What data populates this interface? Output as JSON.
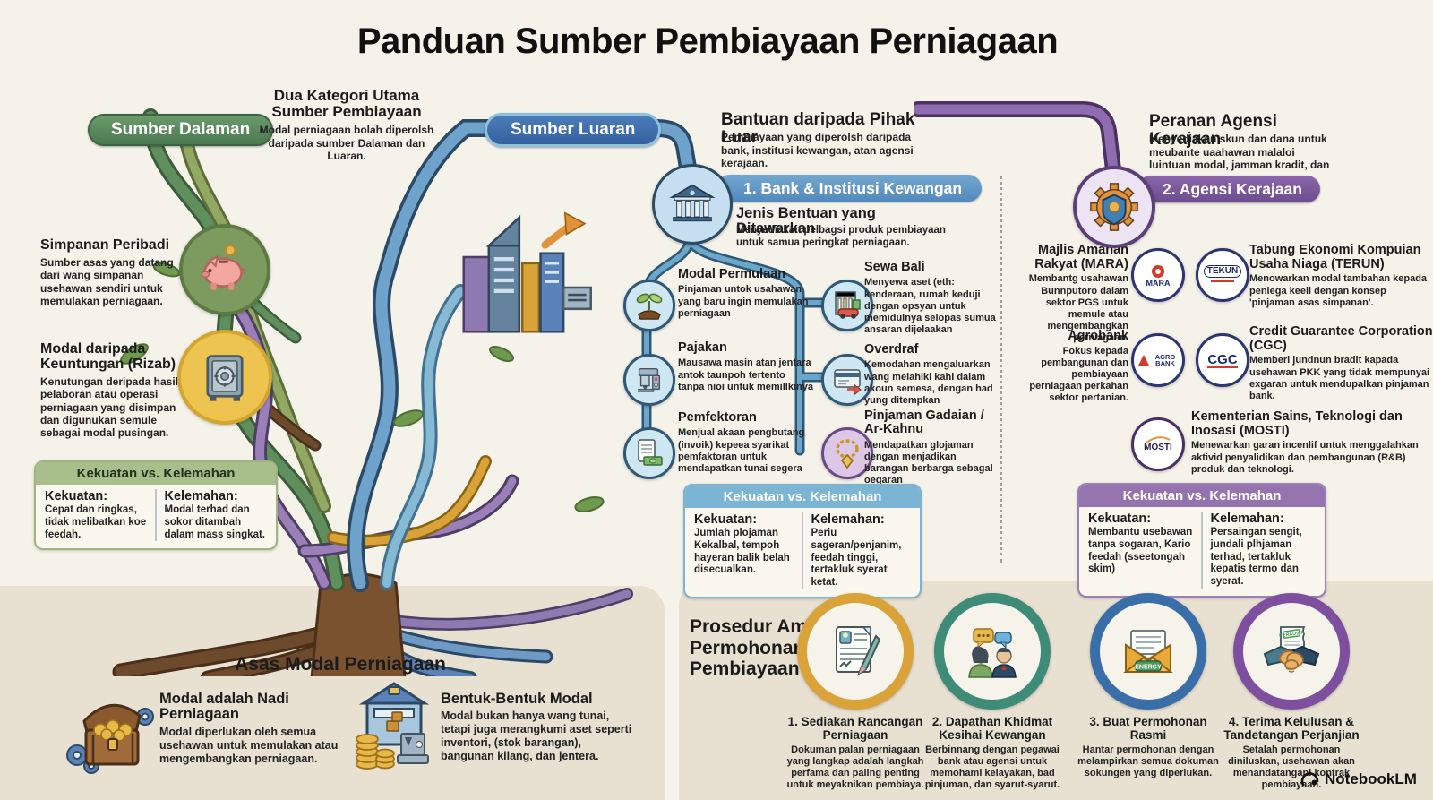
{
  "title": "Panduan Sumber Pembiayaan Perniagaan",
  "colors": {
    "internal_green": "#578059",
    "external_blue": "#3f6dae",
    "bank_blue": "#5f98c8",
    "agency_purple": "#7d5a9e",
    "gold_accent": "#d9a33a",
    "panel_beige": "#e8e1d2",
    "background": "#f4f2e9"
  },
  "top": {
    "internal_pill": "Sumber Dalaman",
    "external_pill": "Sumber Luaran",
    "category_title": "Dua Kategori Utama Sumber Pembiayaan",
    "category_body": "Modal perniagaan bolah diperolsh daripada sumber Dalaman dan Luaran."
  },
  "swot_labels": {
    "header": "Kekuatan vs. Kelemahan",
    "strength": "Kekuatan:",
    "weakness": "Kelemahan:"
  },
  "internal": {
    "items": [
      {
        "title": "Simpanan Peribadi",
        "body": "Sumber asas yang datang dari wang simpanan usehawan sendiri untuk memulakan perniagaan.",
        "icon": "piggy-bank"
      },
      {
        "title": "Modal daripada Keuntungan (Rizab)",
        "body": "Kenutungan deripada hasil pelaboran atau operasi perniagaan yang disimpan dan digunukan semule sebagai modal pusingan.",
        "icon": "safe"
      }
    ],
    "swot": {
      "strength": "Cepat dan ringkas, tidak melibatkan koe feedah.",
      "weakness": "Modal terhad dan sokor ditambah dalam mass singkat."
    }
  },
  "external_intro": {
    "title": "Bantuan daripada Pihak Luar",
    "body": "Pembiayaan yang diperolsh daripada bank, institusi kewangan, atan agensi kerajaan."
  },
  "bank": {
    "pill": "1. Bank & Institusi Kewangan",
    "subtitle": "Jenis Bentuan yang Ditawarkan",
    "subtitle_body": "Menyediakan pelbagsi produk pembiayaan untuk samua peringkat perniagaan.",
    "products_left": [
      {
        "title": "Modal Permulaan",
        "body": "Pinjaman untok usahawan yang baru ingin memulakan perniagaan",
        "icon": "seedling"
      },
      {
        "title": "Pajakan",
        "body": "Mausawa masin atan jentara antok taunpoh tertento tanpa nioi untuk memillkinya",
        "icon": "machine"
      },
      {
        "title": "Pemfektoran",
        "body": "Menjual akaan pengbutang (invoik) kepeea syarikat pemfaktoran untuk mendapatkan tunai segera",
        "icon": "invoice-cash"
      }
    ],
    "products_right": [
      {
        "title": "Sewa Bali",
        "body": "Menyewa aset (eth: kenderaan, rumah keduji dengan opsyan untuk memidulnya selopas sumua ansaran dijelaakan",
        "icon": "car-garage"
      },
      {
        "title": "Overdraf",
        "body": "Kemodahan mengaluarkan wang melahiki kahi dalam akoun semesa, dengan had yung ditempkan",
        "icon": "card-arrow"
      },
      {
        "title": "Pinjaman Gadaian / Ar-Kahnu",
        "body": "Mendapatkan glojaman dengan menjadikan barangan berbarga sebagal oegaran",
        "icon": "gold-necklace"
      }
    ],
    "swot": {
      "strength": "Jumlah plojaman Kekalbal, tempoh hayeran balik belah disecualkan.",
      "weakness": "Periu sageran/penjanim, feedah tinggi, tertakluk syerat ketat."
    }
  },
  "agency_intro": {
    "title": "Peranan Agensi Kerajaan",
    "body": "Menyediakan skun dan dana untuk meubante uaahawan malaloi luintuan modal, jamman kradit, dan geran."
  },
  "agency": {
    "pill": "2. Agensi Kerajaan",
    "items": [
      {
        "title": "Majlis Amanah Rakyat (MARA)",
        "body": "Membantg usahawan Bunnputoro dalam sektor PGS untuk memule atau mengembangkan perniagaan.",
        "logo": "MARA"
      },
      {
        "title": "Tabung Ekonomi Kompuian Usaha Niaga (TERUN)",
        "body": "Menowarkan modal tambahan kepada penlega keeli dengan konsep 'pinjaman asas simpanan'.",
        "logo": "TEKUN"
      },
      {
        "title": "Agrobank",
        "body": "Fokus kepada pembangunan dan pembiayaan perniagaan perkahan sektor pertanian.",
        "logo": "AGRO BANK"
      },
      {
        "title": "Credit Guarantee Corporation (CGC)",
        "body": "Memberi jundnun bradit kapada usehawan PKK yang tidak mempunyai exgaran untuk mendupalkan pinjaman bank.",
        "logo": "CGC"
      },
      {
        "title": "Kementerian Sains, Teknologi dan Inosasi (MOSTI)",
        "body": "Menewarkan garan incenlif untuk menggalahkan aktivid penyalidikan dan pembangunan (R&B) produk dan teknologi.",
        "logo": "MOSTI"
      }
    ],
    "swot": {
      "strength": "Membantu usebawan tanpa sogaran, Kario feedah (sseetongah skim)",
      "weakness": "Persaingan sengit, jundali plhjaman terhad, tertakluk kepatis termo dan syerat."
    }
  },
  "foundation": {
    "title": "Asas Modal Perniagaan",
    "items": [
      {
        "title": "Modal adalah Nadi Perniagaan",
        "body": "Modal diperlukan oleh semua usehawan untuk memulakan atau mengembangkan perniagaan.",
        "icon": "treasure-chest"
      },
      {
        "title": "Bentuk-Bentuk Modal",
        "body": "Modal bukan hanya wang tunai, tetapi juga merangkumi aset seperti inventori, (stok barangan), bangunan kilang, dan jentera.",
        "icon": "warehouse-coins"
      }
    ]
  },
  "procedure": {
    "title": "Prosedur Am Permohonan Pembiayaan",
    "steps": [
      {
        "title": "1. Sediakan Rancangan Perniagaan",
        "body": "Dokuman palan perniagaan yang langkap adalah langkah perfama dan paling penting untuk meyaknikan pembiaya.",
        "icon": "business-plan"
      },
      {
        "title": "2. Dapathan Khidmat Kesihai Kewangan",
        "body": "Berbinnang dengan pegawai bank atau agensi untuk memohami kelayakan, bad pinjuman, dan syarut-syarut.",
        "icon": "consultation"
      },
      {
        "title": "3. Buat Permohonan Rasmi",
        "body": "Hantar permohonan dengan melampirkan semua dokuman sokungen yang diperlukan.",
        "icon": "envelope",
        "badge": "ENERGY"
      },
      {
        "title": "4. Terima Kelulusan & Tandetangan Perjanjian",
        "body": "Setalah permohonan diniluskan, usehawan akan menandatangani kontrak pembiayaan.",
        "icon": "handshake",
        "badge": "PERADWA"
      }
    ]
  },
  "watermark": "NotebookLM"
}
